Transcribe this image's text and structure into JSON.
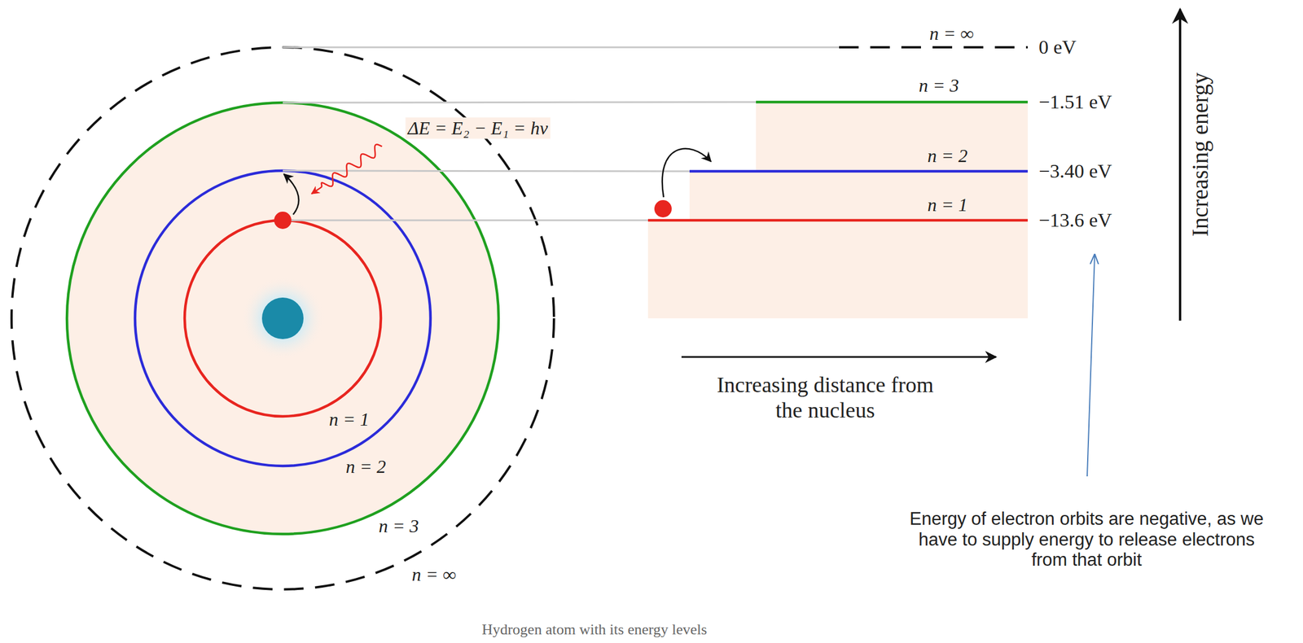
{
  "diagram": {
    "caption": "Hydrogen atom with its energy levels",
    "labels": [
      "n = ∞",
      "0 eV",
      "n = 3",
      "−1.51 eV",
      "ΔE = E₂ − E₁ = hν",
      "n = 2",
      "−3.40 eV",
      "n = 1",
      "−13.6 eV",
      "Increasing energy",
      "Increasing distance from the nucleus",
      "n = 1",
      "n = 2",
      "n = 3",
      "n = ∞",
      "Energy of electron orbits are negative, as we have to supply energy to release electrons from that orbit"
    ]
  }
}
